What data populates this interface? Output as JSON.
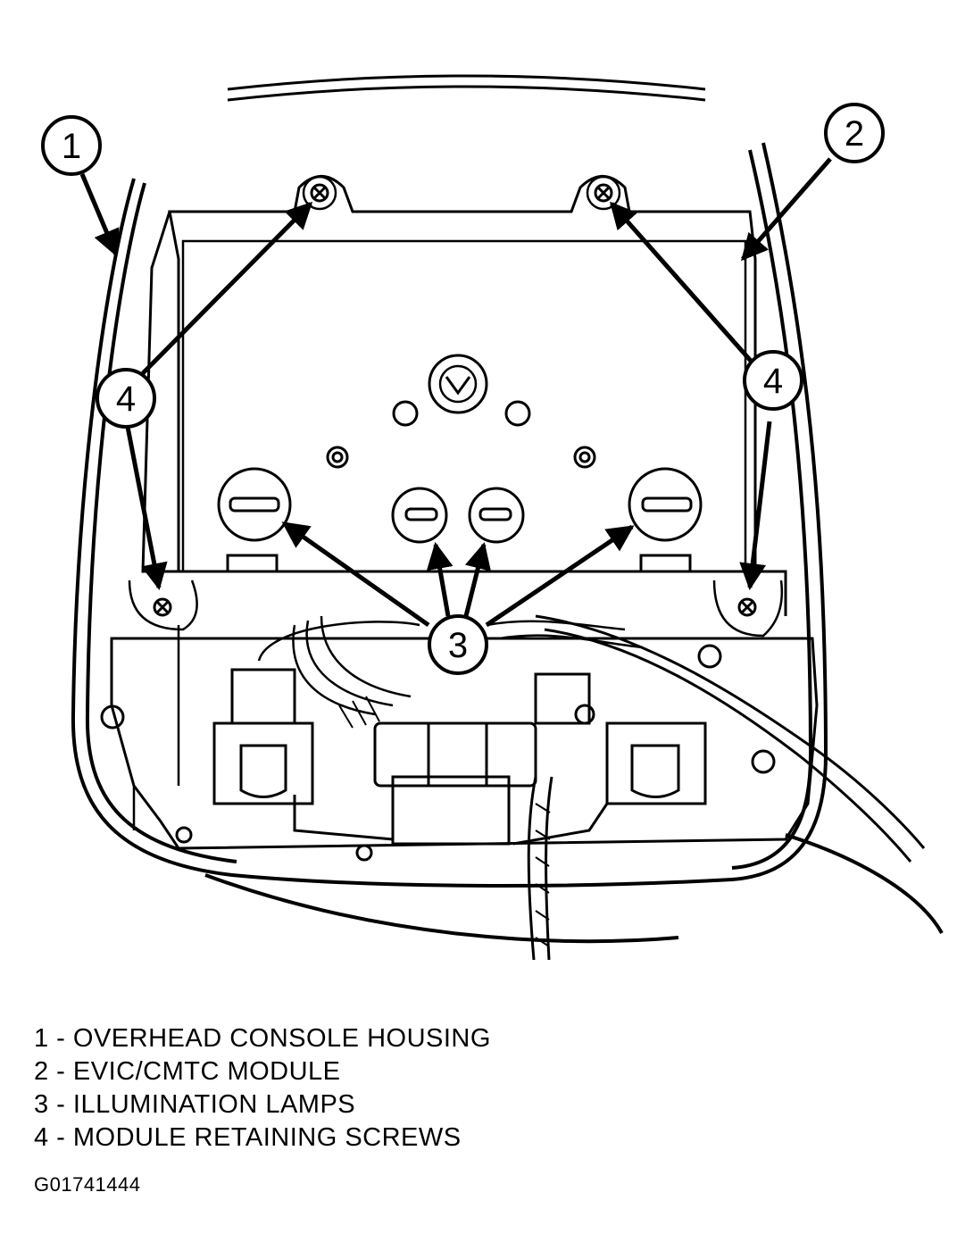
{
  "callouts": [
    {
      "id": "1",
      "label": "1"
    },
    {
      "id": "2",
      "label": "2"
    },
    {
      "id": "3",
      "label": "3"
    },
    {
      "id": "4",
      "label": "4"
    }
  ],
  "legend": [
    {
      "text": "1 - OVERHEAD CONSOLE HOUSING"
    },
    {
      "text": "2 - EVIC/CMTC MODULE"
    },
    {
      "text": "3 - ILLUMINATION LAMPS"
    },
    {
      "text": "4 - MODULE RETAINING SCREWS"
    }
  ],
  "figure_code": "G01741444",
  "colors": {
    "line": "#000000",
    "background": "#ffffff"
  }
}
